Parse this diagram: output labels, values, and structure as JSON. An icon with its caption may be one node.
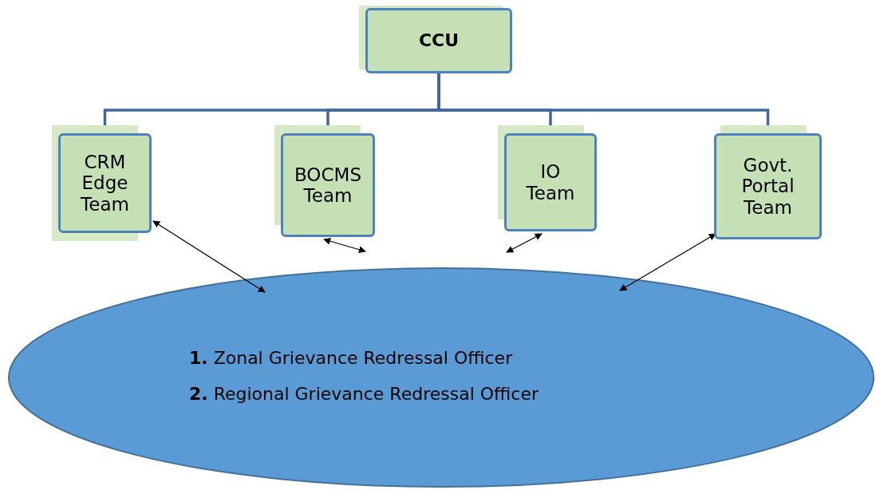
{
  "diagram": {
    "nodes": [
      {
        "text": [
          "CCU"
        ]
      },
      {
        "text": [
          "CRM Edge Team"
        ]
      },
      {
        "text": [
          "BOCMS Team"
        ]
      },
      {
        "text": [
          "IO Team"
        ]
      },
      {
        "text": [
          "Govt. Portal Team"
        ]
      },
      {
        "text": [
          "**1.** Zonal Grievance Redressal Officer",
          "**2.** Regional Grievance Redressal Officer"
        ]
      }
    ],
    "edges": [
      {
        "from": 0,
        "to": 1,
        "arrow": "none",
        "style": "thick"
      },
      {
        "from": 0,
        "to": 2,
        "arrow": "none",
        "style": "thick"
      },
      {
        "from": 0,
        "to": 3,
        "arrow": "none",
        "style": "thick"
      },
      {
        "from": 0,
        "to": 4,
        "arrow": "none",
        "style": "thick"
      },
      {
        "from": 1,
        "to": 5,
        "arrow": "both",
        "color": "#000000"
      },
      {
        "from": 2,
        "to": 5,
        "arrow": "both",
        "color": "#000000"
      },
      {
        "from": 3,
        "to": 5,
        "arrow": "both",
        "color": "#000000"
      },
      {
        "from": 4,
        "to": 5,
        "arrow": "both",
        "color": "#000000"
      }
    ]
  }
}
